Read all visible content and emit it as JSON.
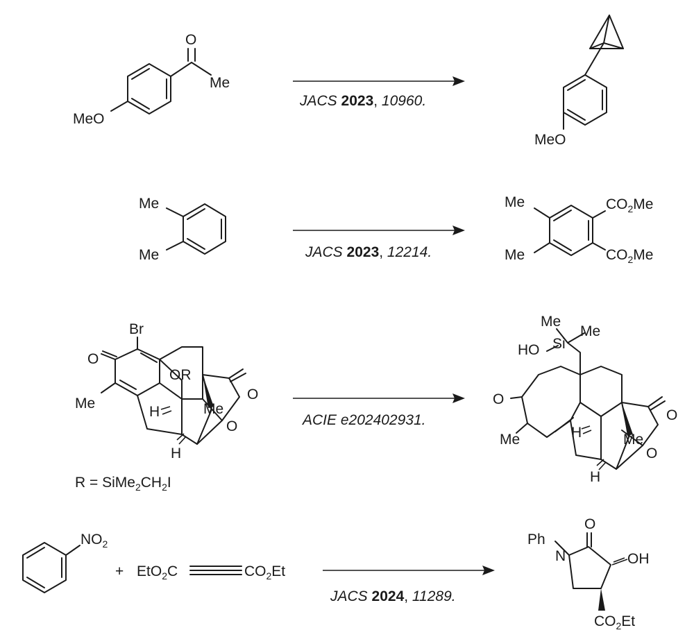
{
  "reactions": [
    {
      "reactant": {
        "labels": {
          "carbonyl_o": "O",
          "methyl": "Me",
          "methoxy": "MeO"
        }
      },
      "citation": {
        "journal": "JACS",
        "year": "2023",
        "page": "10960."
      },
      "product": {
        "labels": {
          "methoxy": "MeO"
        }
      }
    },
    {
      "reactant": {
        "labels": {
          "methyl_1": "Me",
          "methyl_2": "Me"
        }
      },
      "citation": {
        "journal": "JACS",
        "year": "2023",
        "page": "12214."
      },
      "product": {
        "labels": {
          "methyl_1": "Me",
          "methyl_2": "Me",
          "ester_1": {
            "a": "CO",
            "sub": "2",
            "b": "Me"
          },
          "ester_2": {
            "a": "CO",
            "sub": "2",
            "b": "Me"
          }
        }
      }
    },
    {
      "reactant": {
        "labels": {
          "bromo": "Br",
          "ketone_o": "O",
          "methyl": "Me",
          "or_group": "OR",
          "h_1": "H",
          "me_angular": "Me",
          "lactone_o_carbonyl": "O",
          "lactone_o_ring": "O",
          "h_2": "H"
        },
        "r_definition": {
          "a": "R = SiMe",
          "sub1": "2",
          "b": "CH",
          "sub2": "2",
          "c": "I"
        }
      },
      "citation": {
        "journal": "ACIE",
        "page": "e202402931."
      },
      "product": {
        "labels": {
          "si_me_1": "Me",
          "si_me_2": "Me",
          "hydroxy": "HO",
          "silicon": "Si",
          "ketone_o": "O",
          "methyl": "Me",
          "h_1": "H",
          "me_angular": "Me",
          "lactone_o_carbonyl": "O",
          "lactone_o_ring": "O",
          "h_2": "H"
        }
      }
    },
    {
      "reactant_1": {
        "labels": {
          "nitro": {
            "a": "NO",
            "sub": "2"
          }
        }
      },
      "plus": "+",
      "reactant_2": {
        "labels": {
          "ester_left": {
            "a": "EtO",
            "sub": "2",
            "b": "C"
          },
          "ester_right": {
            "a": "CO",
            "sub": "2",
            "b": "Et"
          }
        }
      },
      "citation": {
        "journal": "JACS",
        "year": "2024",
        "page": "11289."
      },
      "product": {
        "labels": {
          "phenyl": "Ph",
          "nitrogen": "N",
          "carbonyl_o": "O",
          "hydroxy": "OH",
          "ester": {
            "a": "CO",
            "sub": "2",
            "b": "Et"
          }
        }
      }
    }
  ]
}
